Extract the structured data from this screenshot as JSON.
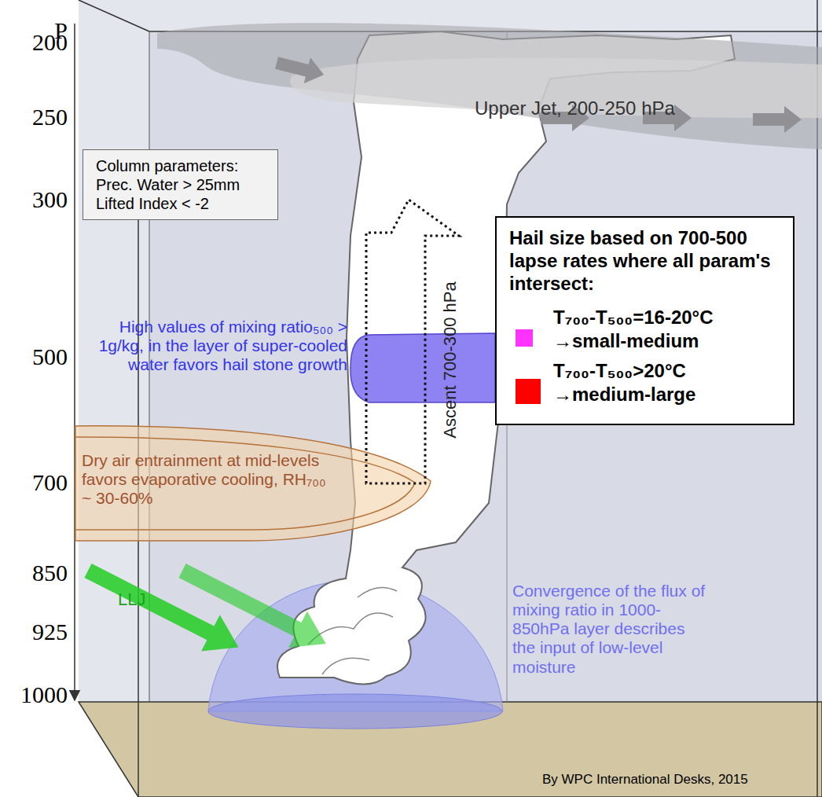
{
  "diagram": {
    "nodes": [
      {
        "text": [
          "Column parameters: Prec. Water > 25mm Lifted Index < -2"
        ]
      },
      {
        "text": [
          "Hail size based on 700-500 lapse rates where all param's intersect:"
        ]
      }
    ],
    "labels": [
      "P",
      "200",
      "250",
      "300",
      "500",
      "700",
      "850",
      "925",
      "1000",
      "Upper Jet, 200-250 hPa",
      "Ascent 700-300 hPa",
      "High values of mixing ratio₅₀₀ > 1g/kg, in the layer of super-cooled water favors hail stone growth",
      "Dry air entrainment at mid-levels favors evaporative cooling, RH₇₀₀ ~ 30-60%",
      "LLJ",
      "Convergence of the flux of mixing ratio in 1000-850hPa layer describes the input of low-level moisture",
      "By WPC International Desks, 2015"
    ],
    "legend": [
      {
        "text": "T₇₀₀-T₅₀₀=16-20°C →small-medium",
        "color": "#ff33ff"
      },
      {
        "text": "T₇₀₀-T₅₀₀>20°C →medium-large",
        "color": "#ff0000"
      }
    ]
  }
}
